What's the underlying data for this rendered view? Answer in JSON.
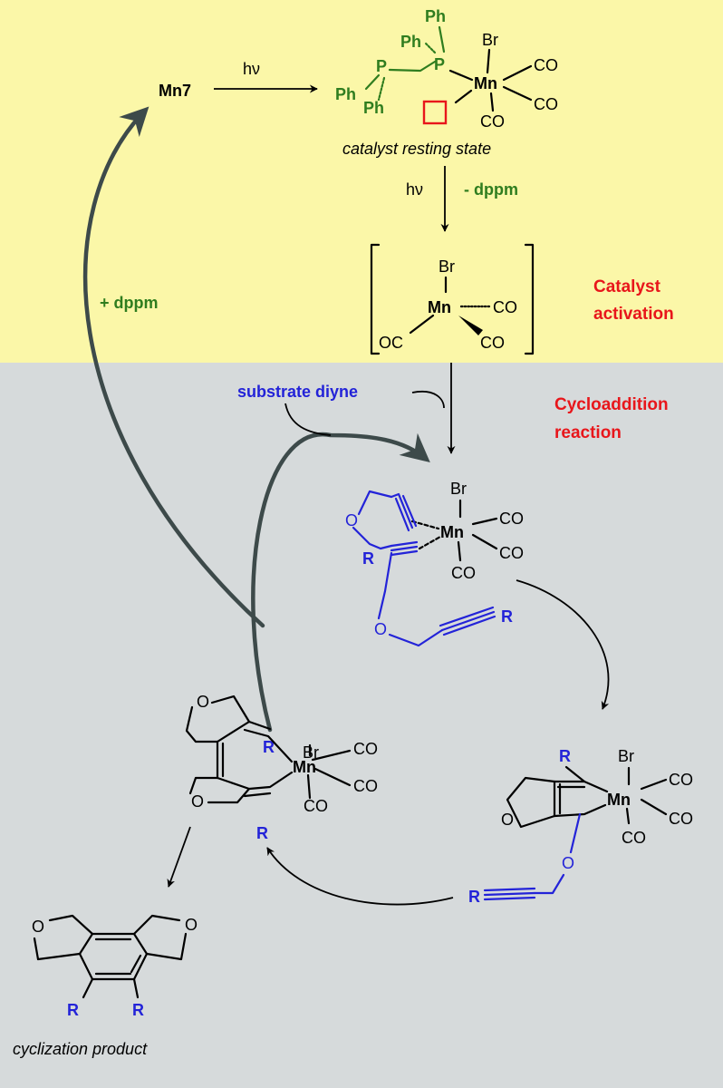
{
  "sections": {
    "activation_title_line1": "Catalyst",
    "activation_title_line2": "activation",
    "cycloaddition_title_line1": "Cycloaddition",
    "cycloaddition_title_line2": "reaction"
  },
  "labels": {
    "mn7": "Mn7",
    "hv": "hν",
    "minus_dppm": "- dppm",
    "plus_dppm": "+ dppm",
    "resting_state": "catalyst resting state",
    "substrate_diyne": "substrate diyne",
    "cyclization_product": "cyclization product"
  },
  "atoms": {
    "mn": "Mn",
    "br": "Br",
    "co": "CO",
    "oc": "OC",
    "ph": "Ph",
    "p": "P",
    "o": "O",
    "r": "R"
  },
  "colors": {
    "activation_bg": "#fbf7a8",
    "cycloaddition_bg": "#d6dadb",
    "section_title": "#e8161b",
    "dppm_green": "#2f7d1f",
    "substrate_blue": "#2323d8",
    "vacant_site": "#e8161b",
    "cycle_arrow": "#3d4a4a"
  }
}
